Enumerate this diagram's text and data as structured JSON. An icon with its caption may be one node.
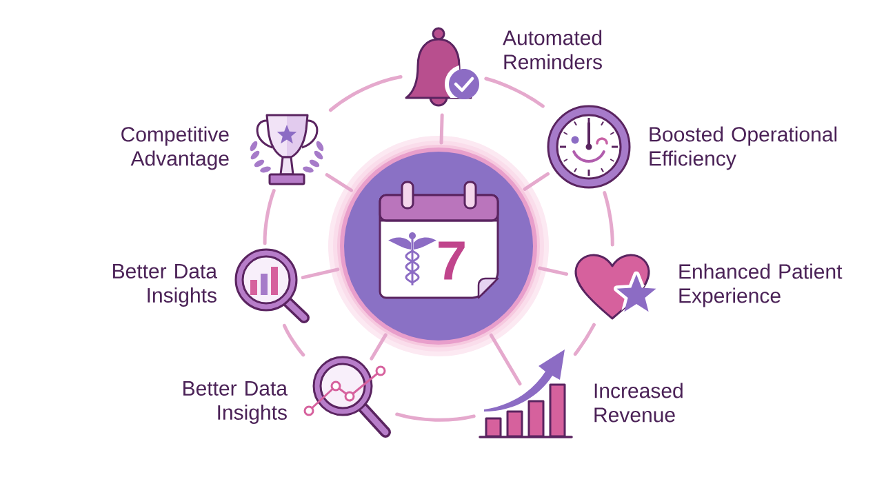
{
  "diagram": {
    "nodes": [
      {
        "text": [
          "7"
        ]
      },
      {
        "text": [
          "Automated Reminders"
        ]
      },
      {
        "text": [
          "Boosted Operational Efficiency"
        ]
      },
      {
        "text": [
          "Enhanced Patient Experience"
        ]
      },
      {
        "text": [
          "Increased Revenue"
        ]
      },
      {
        "text": [
          "Better Data Insights"
        ]
      },
      {
        "text": [
          "Better Data Insights"
        ]
      },
      {
        "text": [
          "Competitive Advantage"
        ]
      }
    ],
    "edges": [
      {
        "from": 0,
        "to": 1,
        "arrow": "none"
      },
      {
        "from": 0,
        "to": 2,
        "arrow": "none"
      },
      {
        "from": 0,
        "to": 3,
        "arrow": "none"
      },
      {
        "from": 0,
        "to": 4,
        "arrow": "none"
      },
      {
        "from": 0,
        "to": 5,
        "arrow": "none"
      },
      {
        "from": 0,
        "to": 6,
        "arrow": "none"
      },
      {
        "from": 0,
        "to": 7,
        "arrow": "none"
      },
      {
        "from": 1,
        "to": 2,
        "arrow": "none"
      },
      {
        "from": 2,
        "to": 3,
        "arrow": "none"
      },
      {
        "from": 3,
        "to": 4,
        "arrow": "none"
      },
      {
        "from": 4,
        "to": 5,
        "arrow": "none"
      },
      {
        "from": 5,
        "to": 6,
        "arrow": "none"
      },
      {
        "from": 6,
        "to": 7,
        "arrow": "none"
      },
      {
        "from": 7,
        "to": 1,
        "arrow": "none"
      }
    ]
  }
}
